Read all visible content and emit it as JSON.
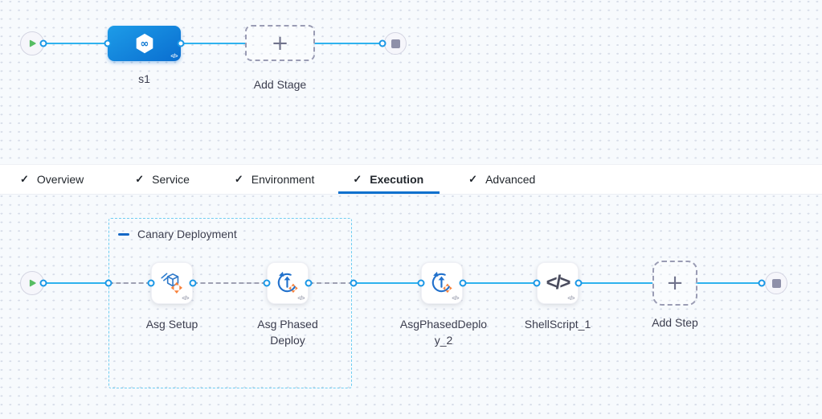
{
  "header_tabs": {
    "check_glyph": "✓",
    "items": [
      {
        "label": "Overview",
        "checked": true,
        "active": false
      },
      {
        "label": "Service",
        "checked": true,
        "active": false
      },
      {
        "label": "Environment",
        "checked": true,
        "active": false
      },
      {
        "label": "Execution",
        "checked": true,
        "active": true
      },
      {
        "label": "Advanced",
        "checked": true,
        "active": false
      }
    ]
  },
  "stage_graph": {
    "start_node": "play",
    "end_node": "stop",
    "stage": {
      "label": "s1",
      "icon": "deploy-stage-hexagon",
      "icon_glyph": "∞",
      "code_badge": "</>"
    },
    "add_stage": {
      "label": "Add Stage",
      "plus_glyph": "+"
    }
  },
  "execution_graph": {
    "start_node": "play",
    "end_node": "stop",
    "group": {
      "label": "Canary Deployment",
      "collapse_icon": "minus"
    },
    "steps": [
      {
        "label": "Asg Setup",
        "icon": "asg-setup-icon",
        "code_badge": "</>"
      },
      {
        "label": "Asg Phased Deploy",
        "icon": "asg-phased-deploy-icon",
        "code_badge": "</>"
      },
      {
        "label": "AsgPhasedDeploy_2",
        "icon": "asg-phased-deploy-icon",
        "code_badge": "</>"
      },
      {
        "label": "ShellScript_1",
        "icon": "shell-script-icon",
        "icon_glyph": "</>",
        "code_badge": "</>"
      }
    ],
    "add_step": {
      "label": "Add Step",
      "plus_glyph": "+"
    }
  },
  "colors": {
    "connector_solid": "#2fb2ee",
    "connector_dashed": "#9fa1b3",
    "port_ring": "#1a97e6",
    "group_border": "#6fcef2",
    "stage_gradient_start": "#1d9ce8",
    "stage_gradient_end": "#0a6ed0",
    "tab_underline": "#0b70cd",
    "play_green": "#57bd63",
    "stop_gray": "#8e90a9",
    "orange_accent": "#f8813a",
    "canvas_bg": "#f7fafd"
  }
}
